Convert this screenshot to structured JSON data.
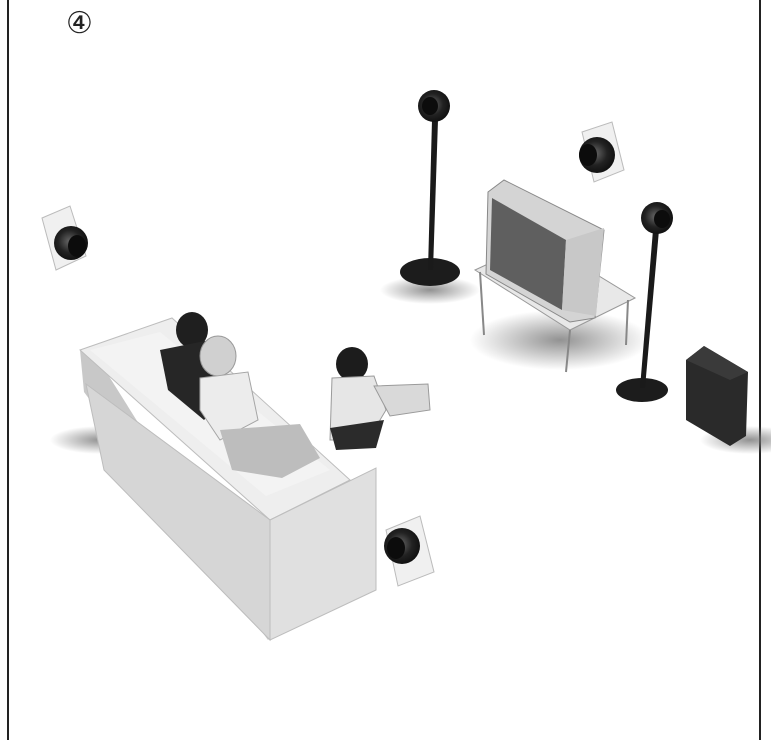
{
  "step": {
    "number": "④"
  },
  "colors": {
    "background": "#ffffff",
    "frame": "#222222",
    "sofa": "#d9d9d9",
    "speaker": "#1e1e1e",
    "tv_screen": "#666666"
  },
  "icons": {
    "front_left_speaker": "floor-standing-speaker",
    "front_right_speaker": "floor-standing-speaker",
    "surround_left_speaker": "wall-mounted-speaker",
    "surround_right_speaker": "wall-mounted-speaker",
    "center_speaker": "wall-mounted-speaker",
    "subwoofer": "subwoofer-box",
    "television": "crt-tv",
    "sofa": "sofa"
  }
}
